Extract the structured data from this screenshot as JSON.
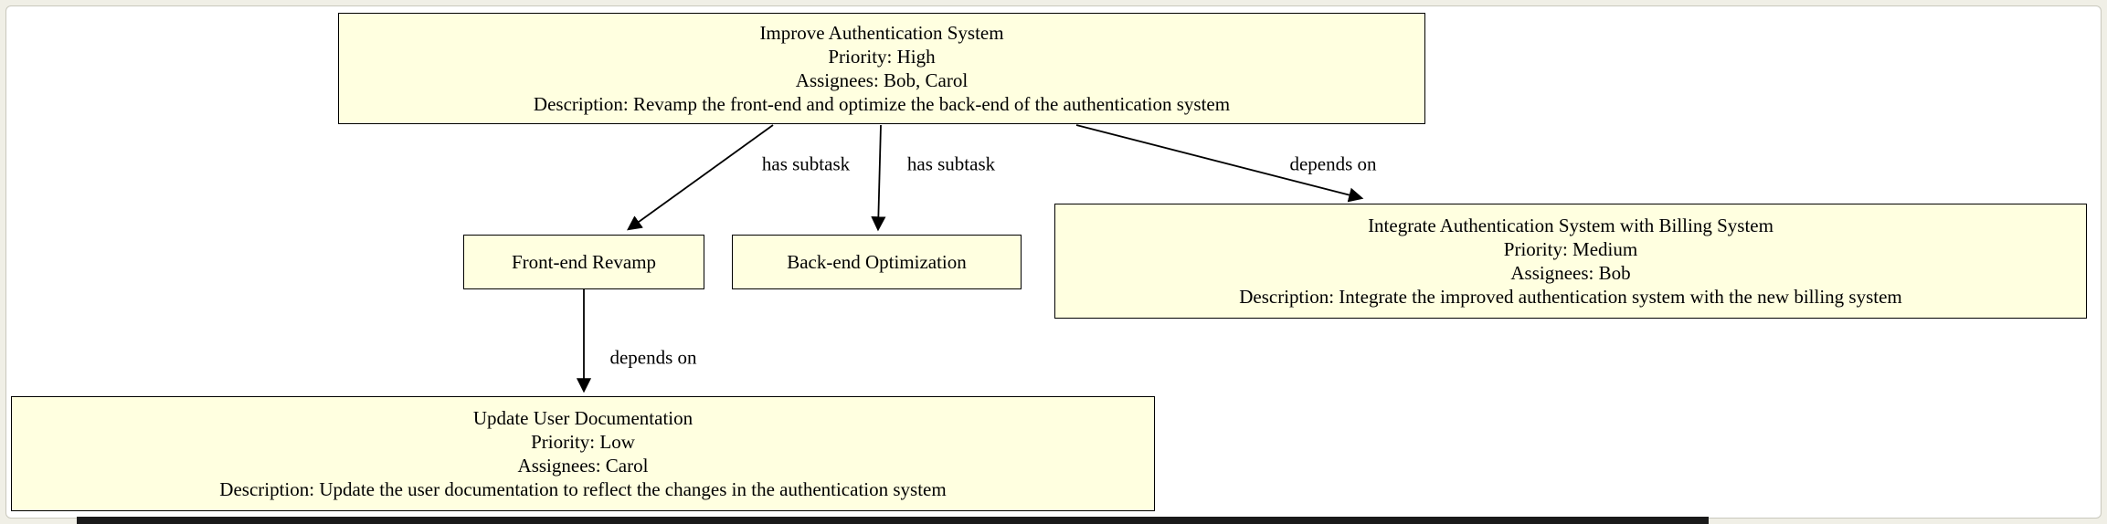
{
  "colors": {
    "background": "#f0efe6",
    "canvas": "#ffffff",
    "canvas_border": "#c9c8bd",
    "node_fill": "#ffffe0",
    "node_border": "#000000",
    "edge": "#000000",
    "text": "#000000"
  },
  "nodes": {
    "improve_auth": {
      "lines": [
        "Improve Authentication System",
        "Priority: High",
        "Assignees: Bob, Carol",
        "Description: Revamp the front-end and optimize the back-end of the authentication system"
      ]
    },
    "frontend_revamp": {
      "lines": [
        "Front-end Revamp"
      ]
    },
    "backend_optimization": {
      "lines": [
        "Back-end Optimization"
      ]
    },
    "integrate_billing": {
      "lines": [
        "Integrate Authentication System with Billing System",
        "Priority: Medium",
        "Assignees: Bob",
        "Description: Integrate the improved authentication system with the new billing system"
      ]
    },
    "update_docs": {
      "lines": [
        "Update User Documentation",
        "Priority: Low",
        "Assignees: Carol",
        "Description: Update the user documentation to reflect the changes in the authentication system"
      ]
    }
  },
  "edges": {
    "improve_to_frontend": {
      "label": "has subtask"
    },
    "improve_to_backend": {
      "label": "has subtask"
    },
    "improve_to_billing": {
      "label": "depends on"
    },
    "frontend_to_docs": {
      "label": "depends on"
    }
  }
}
